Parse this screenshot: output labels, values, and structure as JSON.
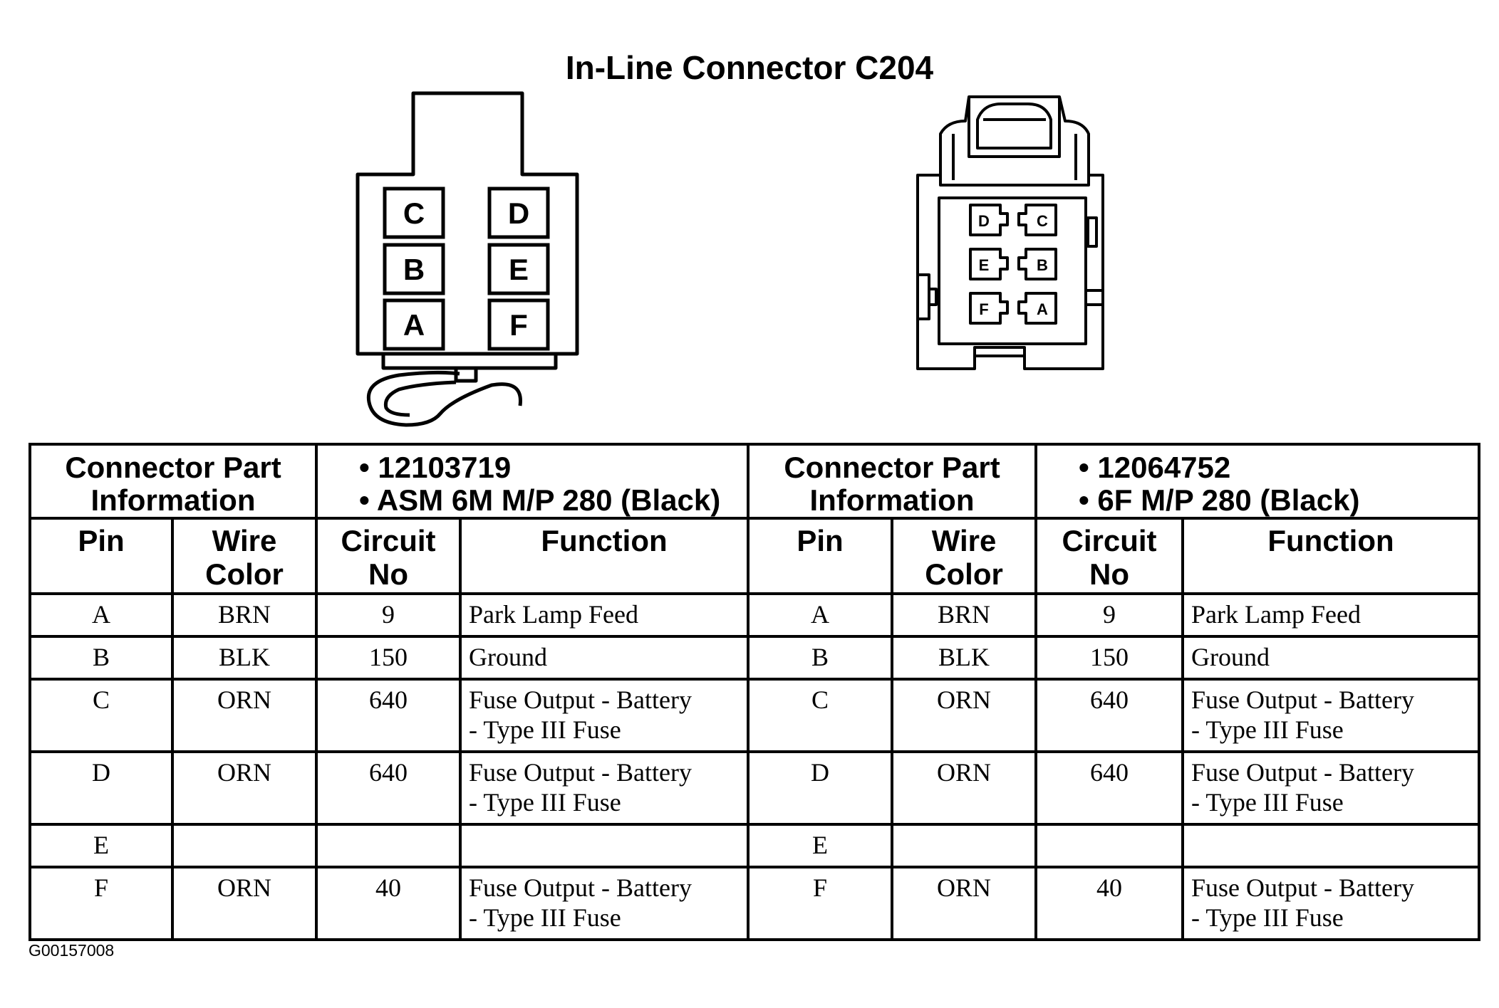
{
  "title": "In-Line Connector C204",
  "left_face": {
    "pins": [
      "C",
      "D",
      "B",
      "E",
      "A",
      "F"
    ]
  },
  "right_face": {
    "pins": [
      "D",
      "C",
      "E",
      "B",
      "F",
      "A"
    ]
  },
  "table": {
    "left": {
      "info_label_1": "Connector Part",
      "info_label_2": "Information",
      "part_number": "• 12103719",
      "part_desc": "• ASM 6M M/P 280 (Black)",
      "col_pin": "Pin",
      "col_wire_1": "Wire",
      "col_wire_2": "Color",
      "col_circuit_1": "Circuit",
      "col_circuit_2": "No",
      "col_function": "Function",
      "rows": [
        {
          "pin": "A",
          "wire": "BRN",
          "circuit": "9",
          "function_1": "Park Lamp Feed",
          "function_2": ""
        },
        {
          "pin": "B",
          "wire": "BLK",
          "circuit": "150",
          "function_1": "Ground",
          "function_2": ""
        },
        {
          "pin": "C",
          "wire": "ORN",
          "circuit": "640",
          "function_1": "Fuse Output - Battery",
          "function_2": "- Type III Fuse"
        },
        {
          "pin": "D",
          "wire": "ORN",
          "circuit": "640",
          "function_1": "Fuse Output - Battery",
          "function_2": "- Type III Fuse"
        },
        {
          "pin": "E",
          "wire": "",
          "circuit": "",
          "function_1": "",
          "function_2": ""
        },
        {
          "pin": "F",
          "wire": "ORN",
          "circuit": "40",
          "function_1": "Fuse Output - Battery",
          "function_2": "- Type III Fuse"
        }
      ]
    },
    "right": {
      "info_label_1": "Connector Part",
      "info_label_2": "Information",
      "part_number": "• 12064752",
      "part_desc": "• 6F M/P 280 (Black)",
      "col_pin": "Pin",
      "col_wire_1": "Wire",
      "col_wire_2": "Color",
      "col_circuit_1": "Circuit",
      "col_circuit_2": "No",
      "col_function": "Function",
      "rows": [
        {
          "pin": "A",
          "wire": "BRN",
          "circuit": "9",
          "function_1": "Park Lamp Feed",
          "function_2": ""
        },
        {
          "pin": "B",
          "wire": "BLK",
          "circuit": "150",
          "function_1": "Ground",
          "function_2": ""
        },
        {
          "pin": "C",
          "wire": "ORN",
          "circuit": "640",
          "function_1": "Fuse Output - Battery",
          "function_2": "- Type III Fuse"
        },
        {
          "pin": "D",
          "wire": "ORN",
          "circuit": "640",
          "function_1": "Fuse Output - Battery",
          "function_2": "- Type III Fuse"
        },
        {
          "pin": "E",
          "wire": "",
          "circuit": "",
          "function_1": "",
          "function_2": ""
        },
        {
          "pin": "F",
          "wire": "ORN",
          "circuit": "40",
          "function_1": "Fuse Output - Battery",
          "function_2": "- Type III Fuse"
        }
      ]
    }
  },
  "figure_code": "G00157008"
}
